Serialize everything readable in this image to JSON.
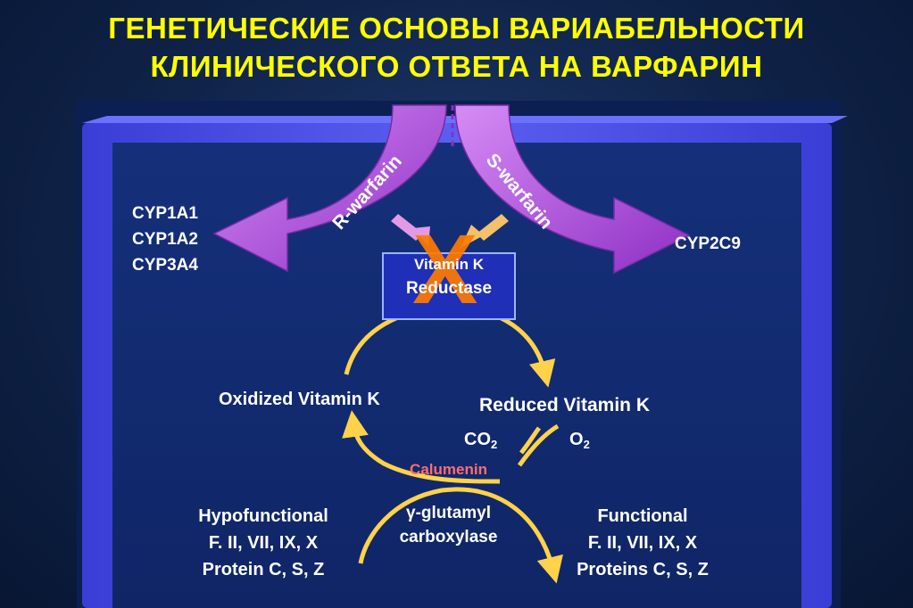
{
  "title": {
    "line1": "ГЕНЕТИЧЕСКИЕ ОСНОВЫ ВАРИАБЕЛЬНОСТИ",
    "line2": "КЛИНИЧЕСКОГО ОТВЕТА НА ВАРФАРИН"
  },
  "arrows": {
    "r_warfarin": "R-warfarin",
    "s_warfarin": "S-warfarin"
  },
  "left_enzymes": [
    "CYP1A1",
    "CYP1A2",
    "CYP3A4"
  ],
  "right_enzyme": "CYP2C9",
  "vkor": {
    "line1": "Vitamin K",
    "line2": "Reductase"
  },
  "inhibition_mark": "X",
  "cycle": {
    "oxidized": "Oxidized Vitamin K",
    "reduced": "Reduced Vitamin K",
    "co2": "CO",
    "co2_sub": "2",
    "o2": "O",
    "o2_sub": "2",
    "calumenin": "Calumenin"
  },
  "carboxylase": {
    "symbol": "γ",
    "line1": "-glutamyl",
    "line2": "carboxylase"
  },
  "hypofunctional": {
    "line1": "Hypofunctional",
    "line2": "F. II, VII, IX, X",
    "line3": "Protein C, S, Z"
  },
  "functional": {
    "line1": "Functional",
    "line2": "F. II, VII, IX, X",
    "line3": "Proteins C, S, Z"
  },
  "colors": {
    "title": "#ffff00",
    "background": "#0f2247",
    "frame": "#4a4ee8",
    "warfarin_arrow": "#b24ce6",
    "cycle_arrow": "#ffd24a",
    "inhibition_x": "#ff7a00",
    "calumenin_text": "#ff6e6e",
    "enzyme_box": "#1f2fb8"
  }
}
